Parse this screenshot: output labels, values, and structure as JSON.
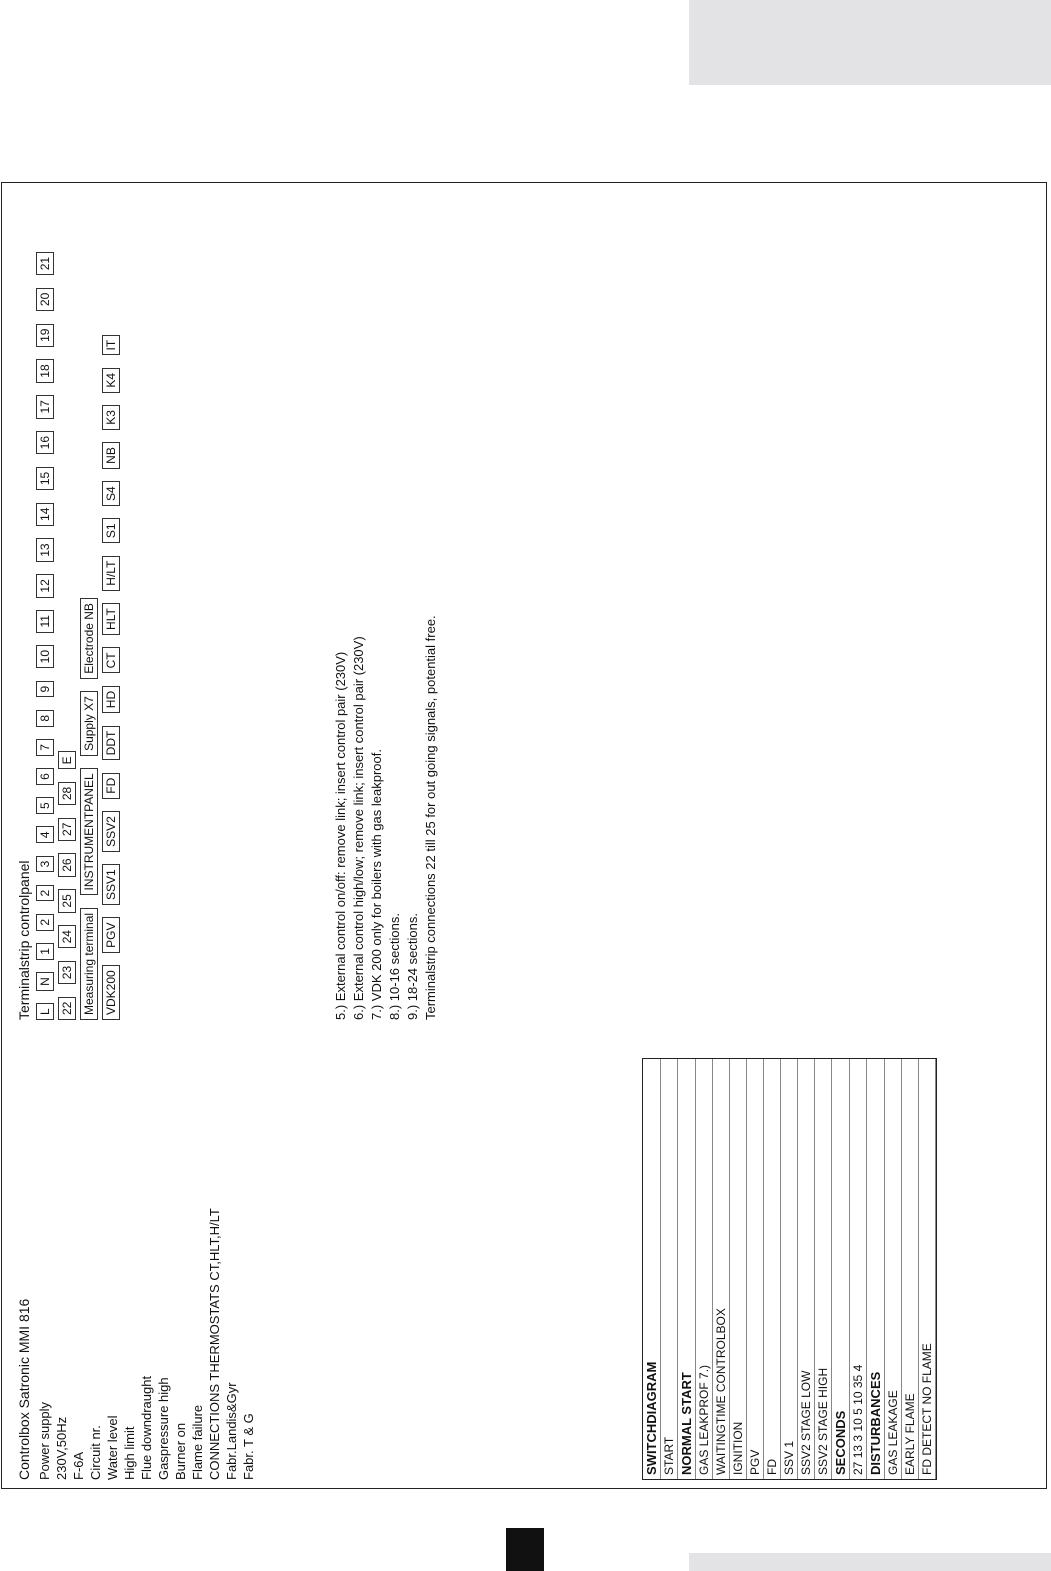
{
  "header": {
    "title": ""
  },
  "controlbox": "Controlbox  Satronic MMI 816",
  "power": {
    "label": "Power supply",
    "rating": "230V,50Hz",
    "fuse": "F-6A"
  },
  "circuits": {
    "label": "Circuit nr.",
    "items": [
      "Water level",
      "High limit",
      "Flue downdraught",
      "Gaspressure high",
      "Burner on",
      "Flame failure"
    ]
  },
  "connections_panel": {
    "title": "CONNECTIONS THERMOSTATS CT,HLT,H/LT",
    "lines": [
      "Fabr.Landis&Gyr",
      "Fabr. T & G"
    ]
  },
  "components": [
    "VDK200",
    "PGV",
    "SSV1",
    "SSV2",
    "FD",
    "DDT",
    "HD",
    "CT",
    "HLT",
    "H/LT",
    "S1",
    "S4",
    "NB",
    "K3",
    "K4",
    "IT"
  ],
  "terminals": {
    "strip_label": "Terminalstrip controlpanel",
    "measuring_label": "Measuring terminal",
    "instrument_label": "INSTRUMENTPANEL",
    "supply_label": "Supply X7",
    "electrode_label": "Electrode NB",
    "items": [
      "L",
      "N",
      "1",
      "2",
      "2",
      "3",
      "4",
      "5",
      "6",
      "7",
      "8",
      "9",
      "10",
      "11",
      "12",
      "13",
      "14",
      "15",
      "16",
      "17",
      "18",
      "19",
      "20",
      "21",
      "22",
      "23",
      "24",
      "25",
      "26",
      "27",
      "28",
      "E"
    ]
  },
  "notes": [
    "5.) External control on/off:   remove link; insert control pair (230V)",
    "6.) External control high/low; remove link; insert control pair (230V)",
    "7.) VDK 200 only for boilers with gas leakproof.",
    "8.) 10-16 sections.",
    "9.) 18-24 sections.",
    "Terminalstrip connections 22 till 25 for out going signals, potential free."
  ],
  "switch_diagram": {
    "title": "SWITCHDIAGRAM",
    "start": "START",
    "normal_start_label": "NORMAL START",
    "normal_start": [
      "GAS LEAKPROF 7.)",
      "WAITINGTIME CONTROLBOX",
      "IGNITION",
      "PGV",
      "FD",
      "SSV 1",
      "SSV2 STAGE LOW",
      "SSV2 STAGE HIGH"
    ],
    "seconds_label": "SECONDS",
    "seconds": [
      "27",
      "13",
      "3",
      "10",
      "5",
      "10",
      "35",
      "4"
    ],
    "disturbances_label": "DISTURBANCES",
    "disturbances": [
      "GAS LEAKAGE",
      "EARLY FLAME",
      "FD DETECT NO FLAME"
    ]
  }
}
